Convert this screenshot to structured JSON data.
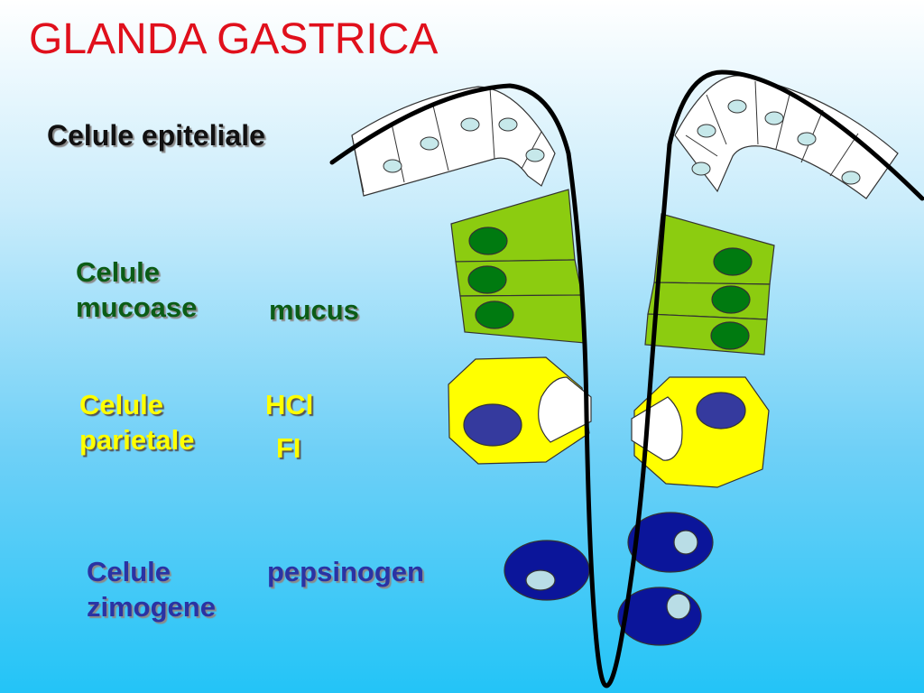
{
  "title": "GLANDA GASTRICA",
  "labels": {
    "epithelial": "Celule epiteliale",
    "mucous_line1": "Celule",
    "mucous_line2": "mucoase",
    "mucous_product": "mucus",
    "parietal_line1": "Celule",
    "parietal_line2": "parietale",
    "parietal_product1": "HCl",
    "parietal_product2": "FI",
    "zymogen_line1": "Celule",
    "zymogen_line2": "zimogene",
    "zymogen_product": "pepsinogen"
  },
  "colors": {
    "title": "#e0101c",
    "mucous_cell": "#8ccc10",
    "mucous_nucleus": "#007a10",
    "parietal_cell": "#ffff00",
    "parietal_nucleus": "#353a9e",
    "zymogen_cell": "#0b159a",
    "zymogen_granule": "#b9dde6",
    "epithelial_nucleus": "#c6e8ea"
  }
}
